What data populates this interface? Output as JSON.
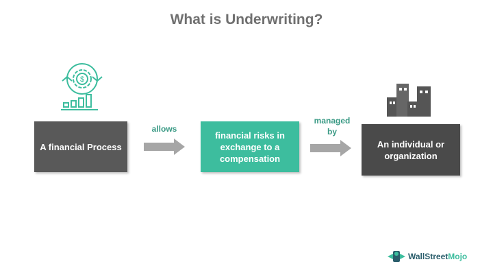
{
  "title": "What is Underwriting?",
  "boxes": [
    "A financial Process",
    "financial risks in exchange to a compensation",
    "An individual or organization"
  ],
  "connectors": [
    "allows",
    "managed by"
  ],
  "logo": {
    "part1": "WallStreet",
    "part2": "Mojo"
  },
  "colors": {
    "teal": "#3dbd9e",
    "dark": "#595959",
    "darker": "#4a4a4a"
  }
}
